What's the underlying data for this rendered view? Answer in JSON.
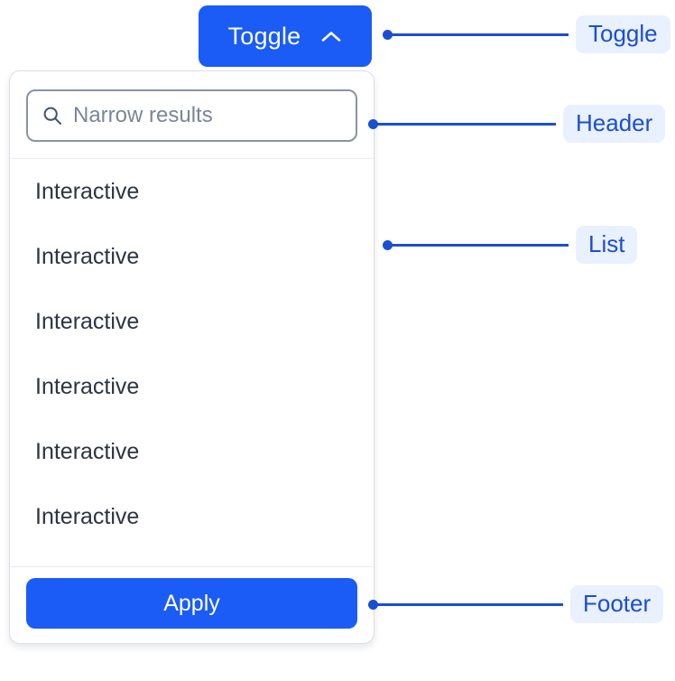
{
  "toggle": {
    "label": "Toggle",
    "icon": "chevron-up-icon",
    "background_color": "#1a5cf5",
    "text_color": "#ffffff"
  },
  "panel": {
    "header": {
      "search": {
        "icon": "search-icon",
        "placeholder": "Narrow results",
        "value": ""
      }
    },
    "list": {
      "items": [
        {
          "label": "Interactive"
        },
        {
          "label": "Interactive"
        },
        {
          "label": "Interactive"
        },
        {
          "label": "Interactive"
        },
        {
          "label": "Interactive"
        },
        {
          "label": "Interactive"
        }
      ]
    },
    "footer": {
      "apply_label": "Apply",
      "apply_background_color": "#1a5cf5"
    }
  },
  "annotations": [
    {
      "label": "Toggle",
      "target": "toggle-button"
    },
    {
      "label": "Header",
      "target": "panel-header"
    },
    {
      "label": "List",
      "target": "panel-list"
    },
    {
      "label": "Footer",
      "target": "panel-footer"
    }
  ],
  "colors": {
    "primary_blue": "#1a5cf5",
    "annotation_blue": "#1a4fd1",
    "annotation_pill_bg": "#e9f0fe",
    "panel_border": "#dcdfe4",
    "divider": "#ebecf0",
    "text_primary": "#2c3444",
    "placeholder": "#7a8699",
    "background": "#ffffff"
  }
}
